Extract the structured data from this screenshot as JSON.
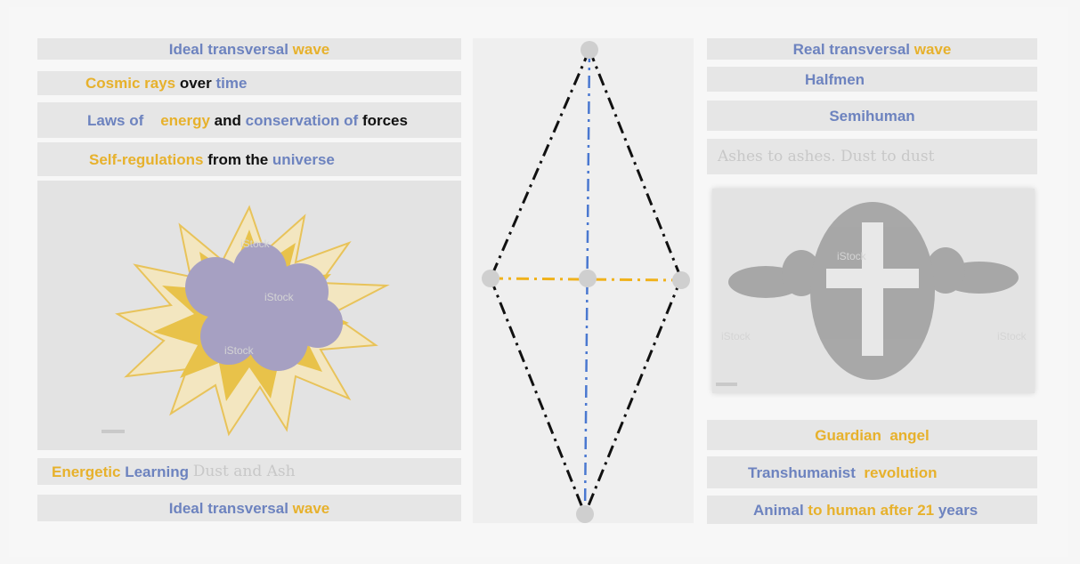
{
  "left": {
    "rows": [
      {
        "parts": [
          {
            "t": "Ideal transversal ",
            "c": "blue"
          },
          {
            "t": "wave",
            "c": "gold"
          }
        ]
      },
      {
        "parts": [
          {
            "t": "Cosmic rays ",
            "c": "gold"
          },
          {
            "t": "over ",
            "c": "black"
          },
          {
            "t": "time",
            "c": "blue"
          }
        ]
      },
      {
        "parts": [
          {
            "t": "Laws of    ",
            "c": "blue"
          },
          {
            "t": "energy ",
            "c": "gold"
          },
          {
            "t": "and ",
            "c": "black"
          },
          {
            "t": "conservation of ",
            "c": "blue"
          },
          {
            "t": "forces",
            "c": "black"
          }
        ]
      },
      {
        "parts": [
          {
            "t": "Self-regulations ",
            "c": "gold"
          },
          {
            "t": "from the ",
            "c": "black"
          },
          {
            "t": "universe",
            "c": "blue"
          }
        ]
      }
    ],
    "bottom_rows": [
      {
        "parts": [
          {
            "t": "Energetic ",
            "c": "gold"
          },
          {
            "t": "Learning ",
            "c": "blue"
          },
          {
            "t": "Dust and Ash",
            "c": "light"
          }
        ]
      },
      {
        "parts": [
          {
            "t": "Ideal transversal ",
            "c": "blue"
          },
          {
            "t": "wave",
            "c": "gold"
          }
        ]
      }
    ],
    "image": {
      "description_icon": "explosion-illustration",
      "watermark": "iStock"
    }
  },
  "right": {
    "rows": [
      {
        "parts": [
          {
            "t": "Real transversal ",
            "c": "blue"
          },
          {
            "t": "wave",
            "c": "gold"
          }
        ]
      },
      {
        "parts": [
          {
            "t": "Halfmen",
            "c": "blue"
          }
        ]
      },
      {
        "parts": [
          {
            "t": "Semihuman",
            "c": "blue"
          }
        ]
      },
      {
        "parts": [
          {
            "t": "Ashes to ashes. Dust to dust",
            "c": "light"
          }
        ]
      }
    ],
    "bottom_rows": [
      {
        "parts": [
          {
            "t": "Guardian  angel",
            "c": "gold"
          }
        ]
      },
      {
        "parts": [
          {
            "t": "Transhumanist  ",
            "c": "blue"
          },
          {
            "t": "revolution",
            "c": "gold"
          }
        ]
      },
      {
        "parts": [
          {
            "t": "Animal ",
            "c": "blue"
          },
          {
            "t": "to human after 21 ",
            "c": "gold"
          },
          {
            "t": "years",
            "c": "blue"
          }
        ]
      }
    ],
    "image": {
      "description_icon": "ash-cross-photo",
      "watermark": "iStock"
    }
  },
  "colors": {
    "blue": "#6d83bf",
    "gold": "#e7b12c",
    "black": "#111111",
    "node": "#cfcfcf"
  }
}
